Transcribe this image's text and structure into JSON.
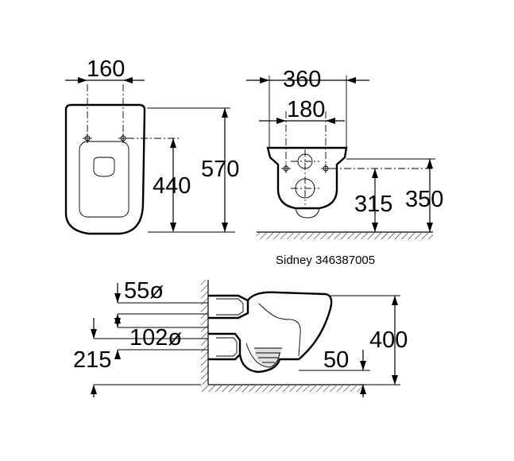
{
  "caption": "Sidney 346387005",
  "dimensions": {
    "front_width": "160",
    "front_inner_height": "440",
    "front_total_height": "570",
    "side_total_width": "360",
    "side_inner_width": "180",
    "side_height_inner": "315",
    "side_height_outer": "350",
    "pipe_small": "55ø",
    "pipe_large": "102ø",
    "floor_to_pipe": "215",
    "rim_height": "400",
    "bottom_offset": "50"
  }
}
